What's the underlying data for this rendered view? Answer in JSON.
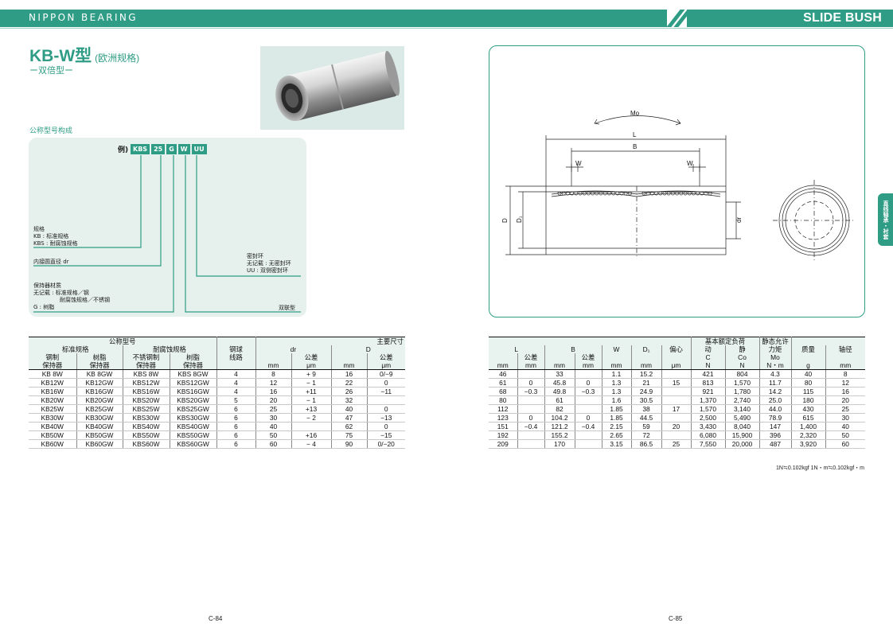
{
  "header": {
    "brand": "NIPPON BEARING",
    "series": "SLIDE BUSH",
    "brand_color": "#2f9c85"
  },
  "left": {
    "title": "KB-W型",
    "title_note": "(欧洲规格)",
    "subtitle": "ー双倍型ー",
    "code_section_label": "公称型号构成",
    "code_example": {
      "prefix": "例)",
      "cells": [
        "KBS",
        "25",
        "G",
        "W",
        "UU"
      ]
    },
    "code_labels": {
      "spec_title": "规格",
      "spec_kb": "KB : 标准规格",
      "spec_kbs": "KBS : 耐腐蚀规格",
      "dr": "内接圆直径 dr",
      "seal_title": "密封环",
      "seal_none": "无记载 : 无密封环",
      "seal_uu": "UU : 双侧密封环",
      "ret_title": "保持器材质",
      "ret_none": "无记载 : 标准规格／钢",
      "ret_none2": "耐腐蚀规格／不锈钢",
      "ret_g": "G : 树脂",
      "double": "双联型"
    },
    "table": {
      "h_model": "公称型号",
      "h_main": "主要尺寸",
      "h_std": "标准规格",
      "h_corr": "耐腐蚀规格",
      "h_steel": "钢制",
      "h_resin": "树脂",
      "h_ss": "不锈钢制",
      "h_retainer": "保持器",
      "h_balls": "钢球",
      "h_rows": "线路",
      "h_dr": "dr",
      "h_D": "D",
      "h_tol": "公差",
      "u_mm": "mm",
      "u_um": "μm",
      "rows": [
        [
          "KB 8W",
          "KB 8GW",
          "KBS 8W",
          "KBS 8GW",
          "4",
          "8",
          "+ 9",
          "16",
          "0/−9"
        ],
        [
          "KB12W",
          "KB12GW",
          "KBS12W",
          "KBS12GW",
          "4",
          "12",
          "− 1",
          "22",
          "0"
        ],
        [
          "KB16W",
          "KB16GW",
          "KBS16W",
          "KBS16GW",
          "4",
          "16",
          "+11",
          "26",
          "−11"
        ],
        [
          "KB20W",
          "KB20GW",
          "KBS20W",
          "KBS20GW",
          "5",
          "20",
          "− 1",
          "32",
          ""
        ],
        [
          "KB25W",
          "KB25GW",
          "KBS25W",
          "KBS25GW",
          "6",
          "25",
          "+13",
          "40",
          "0"
        ],
        [
          "KB30W",
          "KB30GW",
          "KBS30W",
          "KBS30GW",
          "6",
          "30",
          "− 2",
          "47",
          "−13"
        ],
        [
          "KB40W",
          "KB40GW",
          "KBS40W",
          "KBS40GW",
          "6",
          "40",
          "",
          "62",
          "0"
        ],
        [
          "KB50W",
          "KB50GW",
          "KBS50W",
          "KBS50GW",
          "6",
          "50",
          "+16",
          "75",
          "−15"
        ],
        [
          "KB60W",
          "KB60GW",
          "KBS60W",
          "KBS60GW",
          "6",
          "60",
          "− 4",
          "90",
          "0/−20"
        ]
      ]
    },
    "page_no": "C-84"
  },
  "right": {
    "drawing_labels": {
      "mo": "Mo",
      "l": "L",
      "b": "B",
      "w": "W",
      "d": "D",
      "d1": "D₁",
      "dr": "dr"
    },
    "side_tab": "直线轴承・衬套",
    "table": {
      "h_L": "L",
      "h_B": "B",
      "h_W": "W",
      "h_D1": "D₁",
      "h_ecc": "偏心",
      "h_load": "基本额定负荷",
      "h_dyn": "动",
      "h_static": "静",
      "h_C": "C",
      "h_Co": "Co",
      "h_moment1": "静态允许",
      "h_moment2": "力矩",
      "h_Mo": "Mo",
      "h_mass": "质量",
      "h_shaft": "轴径",
      "h_tol": "公差",
      "u_mm": "mm",
      "u_um": "μm",
      "u_N": "N",
      "u_Nm": "N・m",
      "u_g": "g",
      "rows": [
        [
          "46",
          "",
          "33",
          "",
          "1.1",
          "15.2",
          "",
          "421",
          "804",
          "4.3",
          "40",
          "8"
        ],
        [
          "61",
          "0",
          "45.8",
          "0",
          "1.3",
          "21",
          "15",
          "813",
          "1,570",
          "11.7",
          "80",
          "12"
        ],
        [
          "68",
          "−0.3",
          "49.8",
          "−0.3",
          "1.3",
          "24.9",
          "",
          "921",
          "1,780",
          "14.2",
          "115",
          "16"
        ],
        [
          "80",
          "",
          "61",
          "",
          "1.6",
          "30.5",
          "",
          "1,370",
          "2,740",
          "25.0",
          "180",
          "20"
        ],
        [
          "112",
          "",
          "82",
          "",
          "1.85",
          "38",
          "17",
          "1,570",
          "3,140",
          "44.0",
          "430",
          "25"
        ],
        [
          "123",
          "0",
          "104.2",
          "0",
          "1.85",
          "44.5",
          "",
          "2,500",
          "5,490",
          "78.9",
          "615",
          "30"
        ],
        [
          "151",
          "−0.4",
          "121.2",
          "−0.4",
          "2.15",
          "59",
          "20",
          "3,430",
          "8,040",
          "147",
          "1,400",
          "40"
        ],
        [
          "192",
          "",
          "155.2",
          "",
          "2.65",
          "72",
          "",
          "6,080",
          "15,900",
          "396",
          "2,320",
          "50"
        ],
        [
          "209",
          "",
          "170",
          "",
          "3.15",
          "86.5",
          "25",
          "7,550",
          "20,000",
          "487",
          "3,920",
          "60"
        ]
      ]
    },
    "note": "1N≒0.102kgf  1N・m≒0.102kgf・m",
    "page_no": "C-85"
  }
}
